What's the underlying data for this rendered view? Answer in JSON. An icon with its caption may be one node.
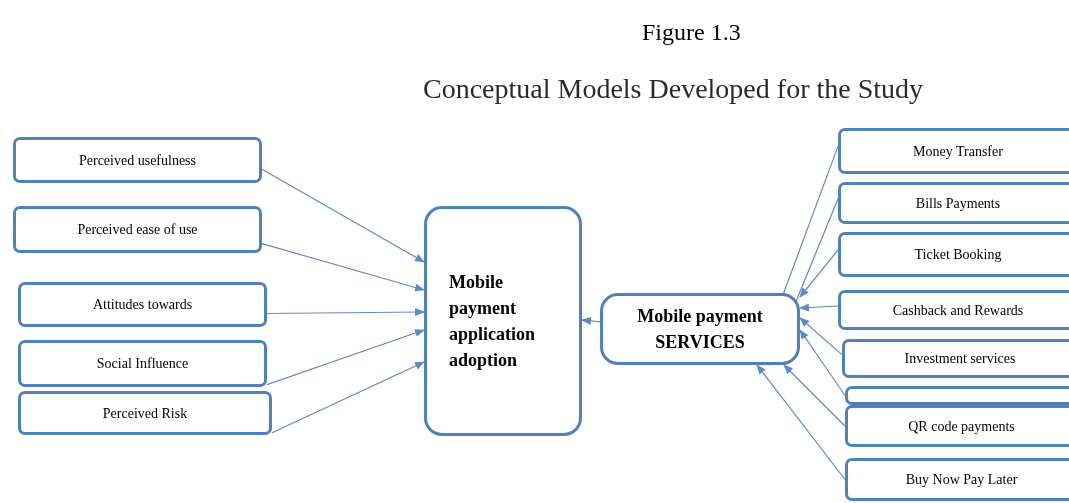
{
  "diagram": {
    "title": "Conceptual Models Developed for the Study",
    "nodes": [
      {
        "text": [
          "Perceived usefulness"
        ]
      },
      {
        "text": [
          "Perceived ease of use"
        ]
      },
      {
        "text": [
          "Attitudes towards"
        ]
      },
      {
        "text": [
          "Social Influence"
        ]
      },
      {
        "text": [
          "Perceived Risk"
        ]
      },
      {
        "text": [
          "Mobile payment application adoption"
        ]
      },
      {
        "text": [
          "Mobile payment SERVICES"
        ]
      },
      {
        "text": [
          "Money Transfer"
        ]
      },
      {
        "text": [
          "Bills Payments"
        ]
      },
      {
        "text": [
          "Ticket Booking"
        ]
      },
      {
        "text": [
          "Cashback and Rewards"
        ]
      },
      {
        "text": [
          "Investment services"
        ]
      },
      {
        "text": [],
        "shape": "box"
      },
      {
        "text": [
          "QR code payments"
        ]
      },
      {
        "text": [
          "Buy Now Pay Later"
        ]
      }
    ],
    "edges": [
      {
        "from": 0,
        "to": 5,
        "arrow": "to"
      },
      {
        "from": 1,
        "to": 5,
        "arrow": "to"
      },
      {
        "from": 2,
        "to": 5,
        "arrow": "to"
      },
      {
        "from": 3,
        "to": 5,
        "arrow": "to"
      },
      {
        "from": 4,
        "to": 5,
        "arrow": "to"
      },
      {
        "from": 6,
        "to": 5,
        "arrow": "to"
      },
      {
        "from": 7,
        "to": 6,
        "arrow": "to"
      },
      {
        "from": 8,
        "to": 6,
        "arrow": "to"
      },
      {
        "from": 9,
        "to": 6,
        "arrow": "to"
      },
      {
        "from": 10,
        "to": 6,
        "arrow": "to"
      },
      {
        "from": 11,
        "to": 6,
        "arrow": "to"
      },
      {
        "from": 12,
        "to": 6,
        "arrow": "to"
      },
      {
        "from": 13,
        "to": 6,
        "arrow": "to"
      },
      {
        "from": 14,
        "to": 6,
        "arrow": "to"
      }
    ],
    "labels": [
      "Figure 1.3"
    ]
  }
}
